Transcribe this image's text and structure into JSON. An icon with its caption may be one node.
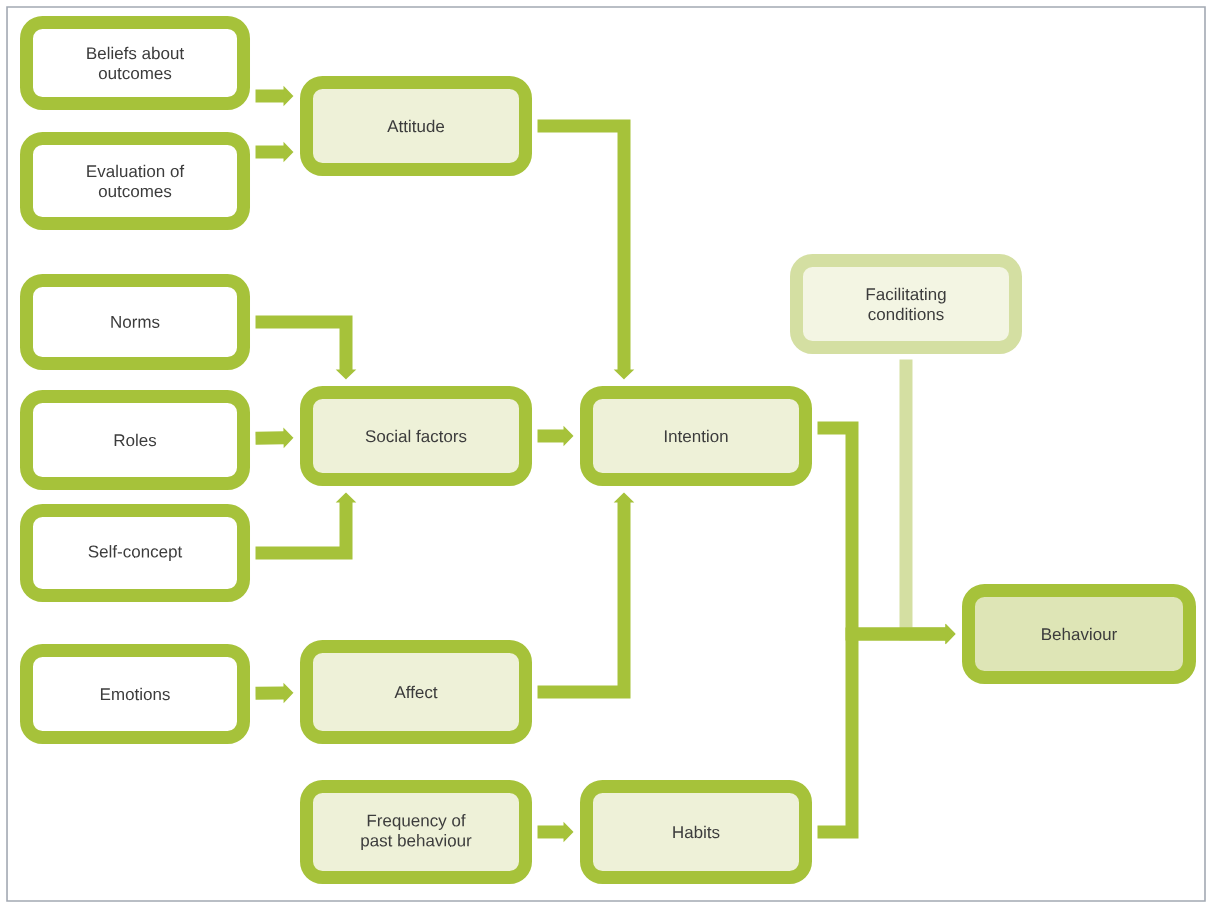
{
  "diagram": {
    "nodes": [
      {
        "text": [
          "Beliefs about outcomes"
        ]
      },
      {
        "text": [
          "Evaluation of outcomes"
        ]
      },
      {
        "text": [
          "Attitude"
        ]
      },
      {
        "text": [
          "Norms"
        ]
      },
      {
        "text": [
          "Roles"
        ]
      },
      {
        "text": [
          "Self-concept"
        ]
      },
      {
        "text": [
          "Social factors"
        ]
      },
      {
        "text": [
          "Intention"
        ]
      },
      {
        "text": [
          "Facilitating conditions"
        ]
      },
      {
        "text": [
          "Behaviour"
        ]
      },
      {
        "text": [
          "Emotions"
        ]
      },
      {
        "text": [
          "Affect"
        ]
      },
      {
        "text": [
          "Frequency of past behaviour"
        ]
      },
      {
        "text": [
          "Habits"
        ]
      }
    ],
    "edges": [
      {
        "from": 0,
        "to": 2,
        "arrow": "to"
      },
      {
        "from": 1,
        "to": 2,
        "arrow": "to"
      },
      {
        "from": 2,
        "to": 7,
        "arrow": "to"
      },
      {
        "from": 3,
        "to": 6,
        "arrow": "to"
      },
      {
        "from": 4,
        "to": 6,
        "arrow": "to"
      },
      {
        "from": 5,
        "to": 6,
        "arrow": "to"
      },
      {
        "from": 6,
        "to": 7,
        "arrow": "to"
      },
      {
        "from": 10,
        "to": 11,
        "arrow": "to"
      },
      {
        "from": 11,
        "to": 7,
        "arrow": "to"
      },
      {
        "from": 7,
        "to": 9,
        "arrow": "to"
      },
      {
        "from": 13,
        "to": 9,
        "arrow": "to"
      },
      {
        "from": 8,
        "to": 9,
        "arrow": "to",
        "color": "#d4dfa2"
      },
      {
        "from": 12,
        "to": 13,
        "arrow": "to"
      }
    ]
  }
}
